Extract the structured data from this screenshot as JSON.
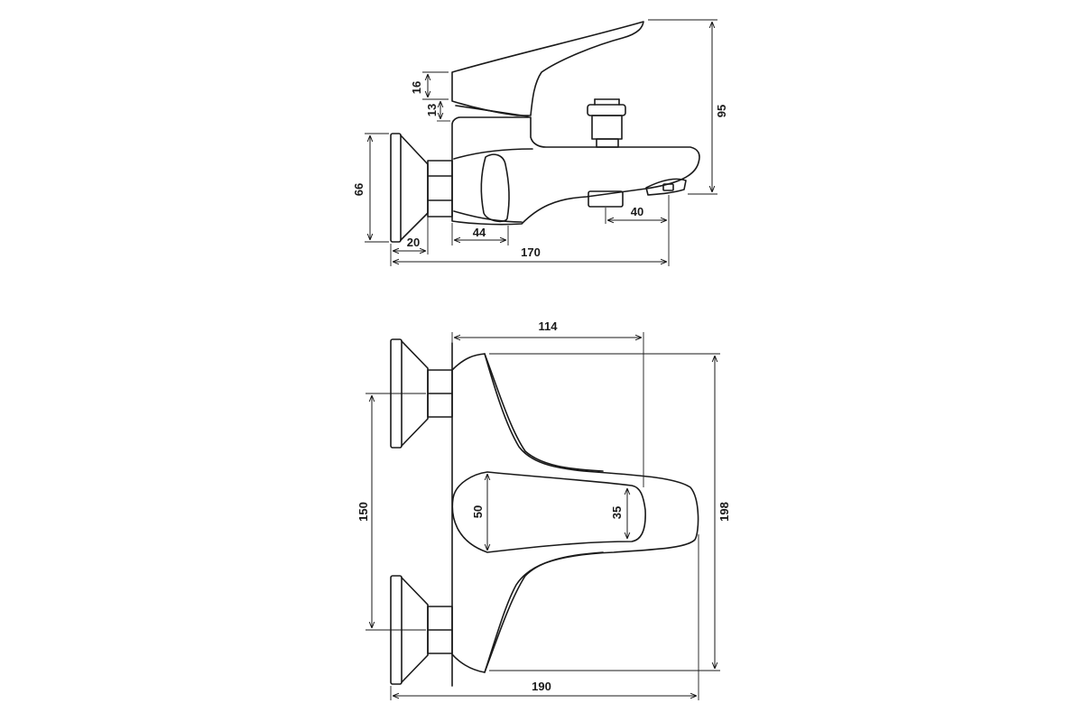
{
  "side_view": {
    "dimensions": {
      "d16": "16",
      "d13": "13",
      "d66": "66",
      "d20": "20",
      "d44": "44",
      "d40": "40",
      "d170": "170",
      "d95": "95"
    }
  },
  "top_view": {
    "dimensions": {
      "d114": "114",
      "d150": "150",
      "d50": "50",
      "d35": "35",
      "d198": "198",
      "d190": "190"
    }
  }
}
